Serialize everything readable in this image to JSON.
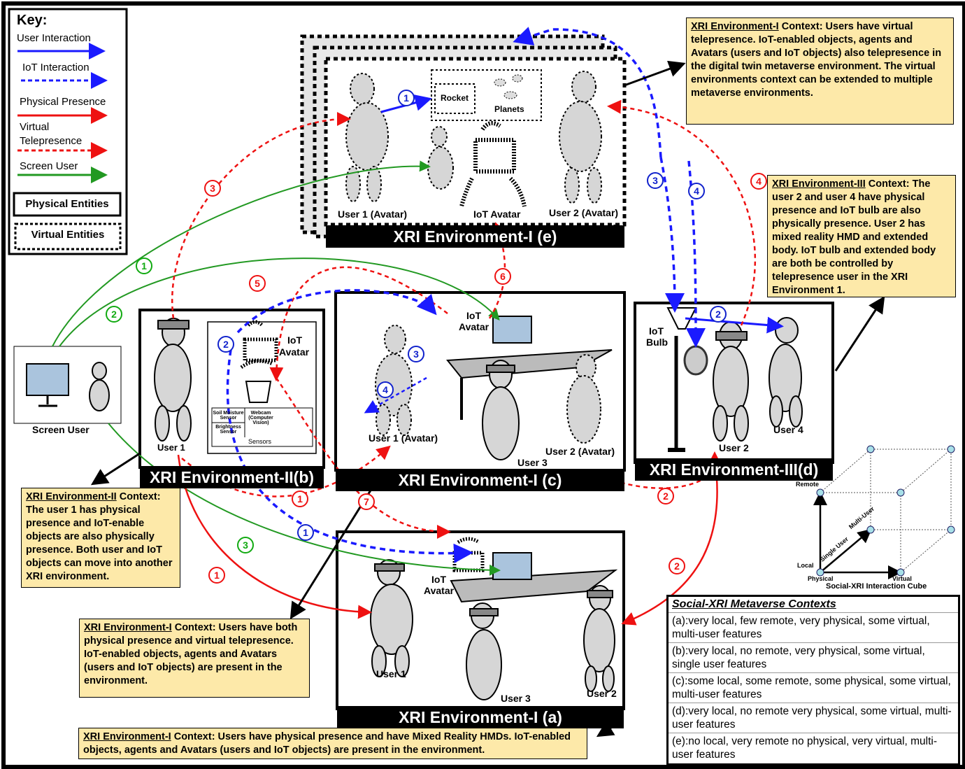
{
  "key": {
    "title": "Key:",
    "user_interaction": "User Interaction",
    "iot_interaction": "IoT Interaction",
    "physical_presence": "Physical Presence",
    "virtual_telepresence_1": "Virtual",
    "virtual_telepresence_2": "Telepresence",
    "screen_user": "Screen User",
    "physical_entities": "Physical Entities",
    "virtual_entities": "Virtual Entities",
    "colors": {
      "user": "#1a1aff",
      "iot": "#1a1aff",
      "physical": "#ee1111",
      "virtual": "#ee1111",
      "screen": "#229922"
    }
  },
  "env_e": {
    "title": "XRI Environment-I (e)",
    "user1": "User 1 (Avatar)",
    "iot_avatar": "IoT Avatar",
    "user2": "User 2 (Avatar)",
    "rocket": "Rocket",
    "planets": "Planets"
  },
  "env_b": {
    "title": "XRI Environment-II(b)",
    "user1": "User 1",
    "iot_avatar_1": "IoT",
    "iot_avatar_2": "Avatar",
    "sensor_soil": "Soil Moisture Sensor",
    "sensor_webcam": "Webcam (Computer Vision)",
    "sensor_brightness": "Brightness Sensor",
    "sensors": "Sensors"
  },
  "env_c": {
    "title": "XRI Environment-I (c)",
    "iot_avatar_1": "IoT",
    "iot_avatar_2": "Avatar",
    "user1": "User 1 (Avatar)",
    "user3": "User 3",
    "user2": "User 2 (Avatar)"
  },
  "env_d": {
    "title": "XRI Environment-III(d)",
    "bulb_1": "IoT",
    "bulb_2": "Bulb",
    "user2": "User 2",
    "user4": "User 4"
  },
  "env_a": {
    "title": "XRI Environment-I (a)",
    "iot_avatar_1": "IoT",
    "iot_avatar_2": "Avatar",
    "user1": "User 1",
    "user3": "User 3",
    "user2": "User 2"
  },
  "screen_user": {
    "label": "Screen User"
  },
  "contexts": {
    "env1_e_head": "XRI Environment-I",
    "env1_e_body": " Context: Users have virtual telepresence. IoT-enabled objects, agents and Avatars (users and IoT objects) also telepresence in the digital twin metaverse environment. The virtual environments context can be extended to multiple metaverse environments.",
    "env3_head": "XRI Environment-III",
    "env3_body": " Context: The user 2 and user 4 have physical presence and IoT bulb are also physically presence. User 2 has mixed reality HMD and extended body. IoT bulb and extended body are both be controlled by telepresence user in the XRI Environment 1.",
    "env2_head": "XRI Environment-II",
    "env2_body": " Context: The user 1 has physical presence and IoT-enable objects are also physically presence. Both user and IoT objects can move into another XRI environment.",
    "env1_c_head": "XRI Environment-I",
    "env1_c_body": " Context: Users have both physical presence and virtual telepresence. IoT-enabled objects, agents and Avatars (users and IoT objects) are present in the environment.",
    "env1_a_head": "XRI Environment-I",
    "env1_a_body": " Context: Users have physical presence and have Mixed Reality HMDs. IoT-enabled objects, agents and Avatars (users and IoT objects) are present in the environment."
  },
  "cube": {
    "remote": "Remote",
    "multi_user": "Multi-User",
    "single_user": "Single User",
    "local": "Local",
    "physical": "Physical",
    "virtual": "Virtual",
    "title": "Social-XRI Interaction Cube"
  },
  "social": {
    "title": "Social-XRI Metaverse Contexts",
    "a": "(a):very local,  few remote, very physical, some virtual, multi-user features",
    "b": "(b):very local, no remote, very physical, some virtual, single user features",
    "c": "(c):some local, some remote, some physical, some virtual, multi-user features",
    "d": "(d):very local, no remote  very physical, some virtual, multi-user features",
    "e": "(e):no local, very remote  no physical, very virtual, multi-user features"
  },
  "numbers": {
    "n1": "1",
    "n2": "2",
    "n3": "3",
    "n4": "4",
    "n5": "5",
    "n6": "6",
    "n7": "7"
  }
}
